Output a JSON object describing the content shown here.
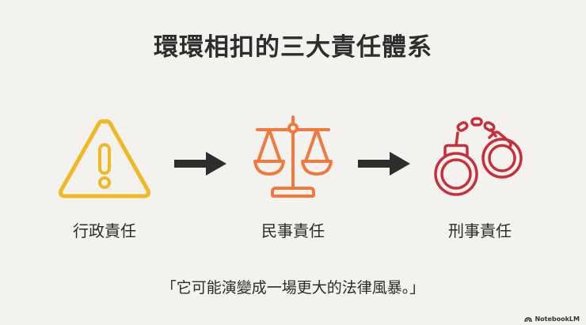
{
  "title": "環環相扣的三大責任體系",
  "steps": [
    {
      "label": "行政責任",
      "icon": "warning-triangle-icon",
      "color": "#f0b823"
    },
    {
      "label": "民事責任",
      "icon": "scales-of-justice-icon",
      "color": "#f07a3e"
    },
    {
      "label": "刑事責任",
      "icon": "handcuffs-icon",
      "color": "#c7303a"
    }
  ],
  "arrows": [
    {
      "icon": "arrow-right-icon",
      "color": "#2d2d2d"
    },
    {
      "icon": "arrow-right-icon",
      "color": "#2d2d2d"
    }
  ],
  "quote": "「它可能演變成一場更大的法律風暴。」",
  "brand": {
    "label": "NotebookLM",
    "icon": "notebooklm-logo-icon"
  }
}
